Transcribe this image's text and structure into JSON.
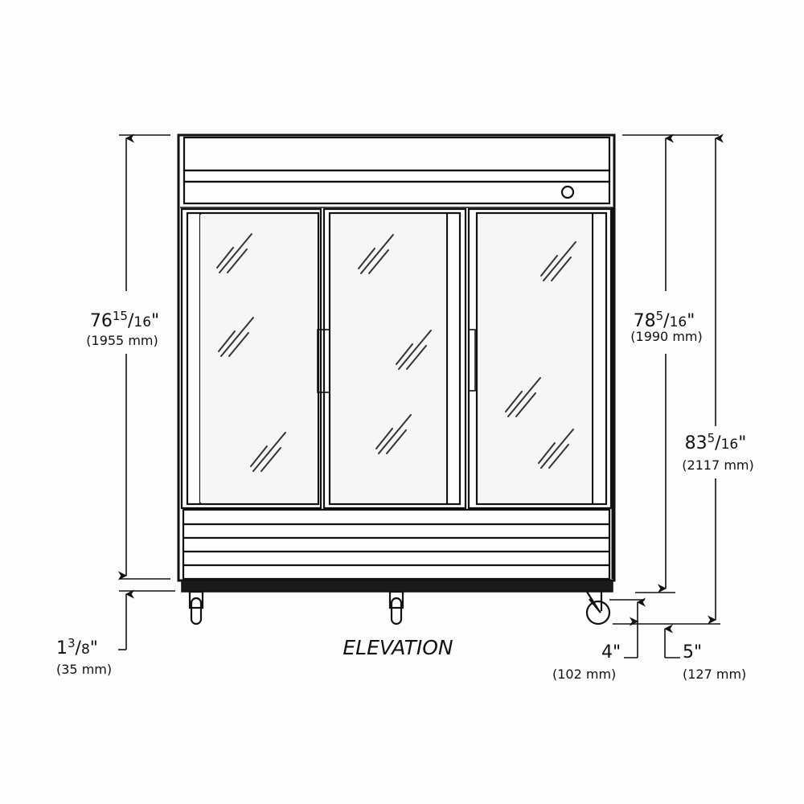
{
  "diagram": {
    "title": "ELEVATION",
    "subject": "three-glass-door refrigerator",
    "colors": {
      "outline": "#111111",
      "panel_gray": "#e2e3e4",
      "panel_light": "#eeeeee",
      "base_strip": "#1a1a1a",
      "caster": "#9a9a9a",
      "background": "#fdfdfd"
    }
  },
  "dimensions": {
    "cabinet_height": {
      "whole": "76",
      "num": "15",
      "den": "16",
      "unit": "\"",
      "metric": "(1955 mm)"
    },
    "height_to_floor_4in": {
      "whole": "78",
      "num": "5",
      "den": "16",
      "unit": "\"",
      "metric": "(1990 mm)"
    },
    "height_to_floor_5in": {
      "whole": "83",
      "num": "5",
      "den": "16",
      "unit": "\"",
      "metric": "(2117 mm)"
    },
    "base_gap": {
      "whole": "1",
      "num": "3",
      "den": "8",
      "unit": "\"",
      "metric": "(35 mm)"
    },
    "caster_4in": {
      "value": "4",
      "unit": "\"",
      "metric": "(102 mm)"
    },
    "caster_5in": {
      "value": "5",
      "unit": "\"",
      "metric": "(127 mm)"
    }
  },
  "doors": [
    {
      "id": "left",
      "handle_side": "right"
    },
    {
      "id": "center",
      "handle_side": "left"
    },
    {
      "id": "right",
      "handle_side": "left"
    }
  ],
  "base_louvers": 5
}
